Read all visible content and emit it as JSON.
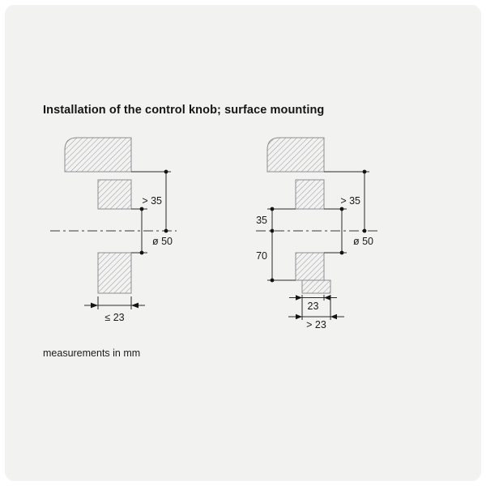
{
  "page": {
    "title": "Installation of the control knob; surface mounting",
    "footer": "measurements in mm"
  },
  "diagram_left": {
    "dim_above_axis": "> 35",
    "dim_hole_diameter": "ø 50",
    "dim_panel_thickness": "≤ 23"
  },
  "diagram_right": {
    "dim_above_axis": "> 35",
    "dim_hole_diameter": "ø 50",
    "dim_axis_to_top": "35",
    "dim_axis_to_bottom": "70",
    "dim_recess_thickness": "23",
    "dim_panel_thickness": "> 23"
  }
}
